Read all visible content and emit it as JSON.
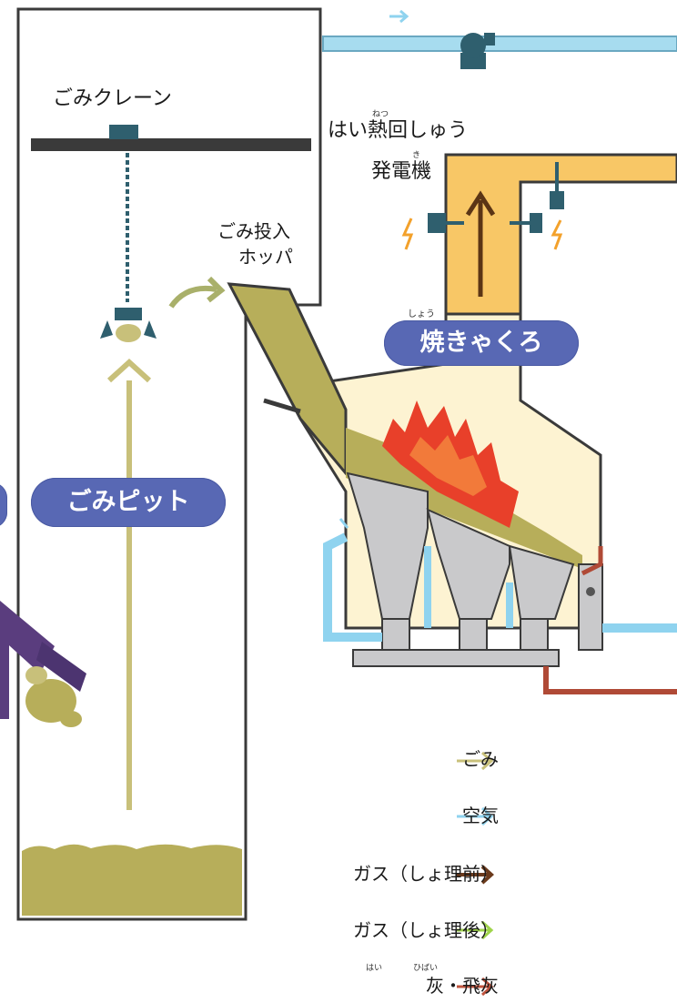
{
  "labels": {
    "crane": "ごみクレーン",
    "heat_recovery": "はい熱回しゅう",
    "heat_recovery_ruby": "ねつ",
    "generator": "発電機",
    "generator_ruby": "き",
    "hopper_line1": "ごみ投入",
    "hopper_line2": "ホッパ",
    "furnace_ruby": "しょう",
    "furnace": "焼きゃくろ",
    "pit": "ごみピット"
  },
  "legend": [
    {
      "label": "ごみ",
      "color": "#c8c07a"
    },
    {
      "label": "空気",
      "color": "#8fd3ef"
    },
    {
      "label": "ガス（しょ理前）",
      "color": "#6b3a1c"
    },
    {
      "label": "ガス（しょ理後）",
      "color": "#9fd44a"
    },
    {
      "label": "灰・飛灰",
      "color": "#c0543e",
      "ruby1": "はい",
      "ruby2": "ひばい"
    }
  ],
  "colors": {
    "waste": "#b7ae5a",
    "air": "#8fd3ef",
    "gas_raw": "#6b3a1c",
    "gas_clean": "#9fd44a",
    "ash": "#b04a36",
    "furnace_fill": "#fdf3d2",
    "flue_fill": "#f8c766",
    "pill": "#5868b4",
    "machinery": "#2f5f6e"
  }
}
